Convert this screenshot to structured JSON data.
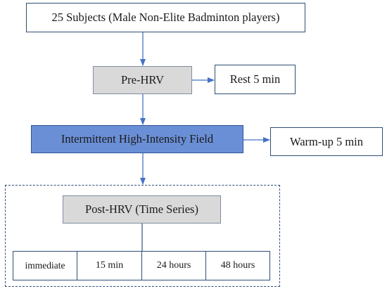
{
  "nodes": {
    "subjects": "25 Subjects (Male Non-Elite Badminton players)",
    "pre_hrv": "Pre-HRV",
    "rest": "Rest 5 min",
    "field": "Intermittent High-Intensity Field",
    "warmup": "Warm-up 5 min",
    "post_hrv": "Post-HRV (Time Series)"
  },
  "timepoints": [
    "immediate",
    "15 min",
    "24 hours",
    "48 hours"
  ],
  "colors": {
    "box_border": "#2f4f74",
    "grey_fill": "#d9d9d9",
    "blue_fill": "#6b8fd6",
    "arrow": "#4472c4"
  }
}
